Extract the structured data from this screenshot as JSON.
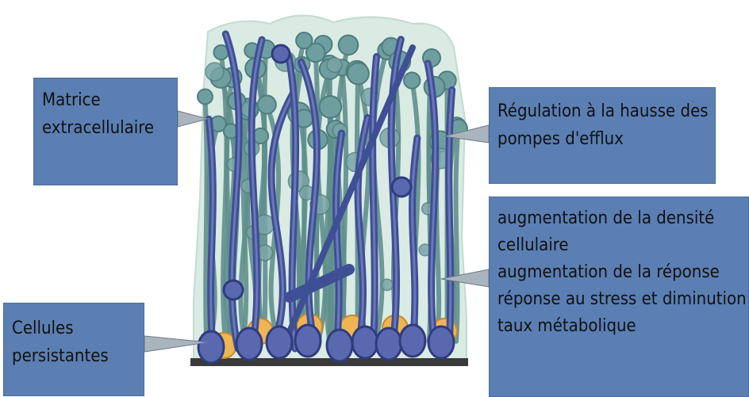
{
  "labels": {
    "matrice": {
      "line1": "Matrice",
      "line2": "extracellulaire"
    },
    "regulation": {
      "line1": "Régulation à la hausse des",
      "line2": "pompes d'efflux"
    },
    "augmentation": {
      "line1": "augmentation de la densité",
      "line2": "cellulaire",
      "line3": "augmentation de la réponse",
      "line4": "réponse au stress et diminution",
      "line5": "taux métabolique"
    },
    "cellules": {
      "line1": "Cellules",
      "line2": "persistantes"
    }
  },
  "colors": {
    "box_fill": "#5b7fb3",
    "matrix_fill": "#d7e8e1",
    "fiber_dark": "#3f4f95",
    "fiber_teal": "#5f8f8c",
    "persister": "#f0b553",
    "substrate": "#3a3a3a"
  }
}
